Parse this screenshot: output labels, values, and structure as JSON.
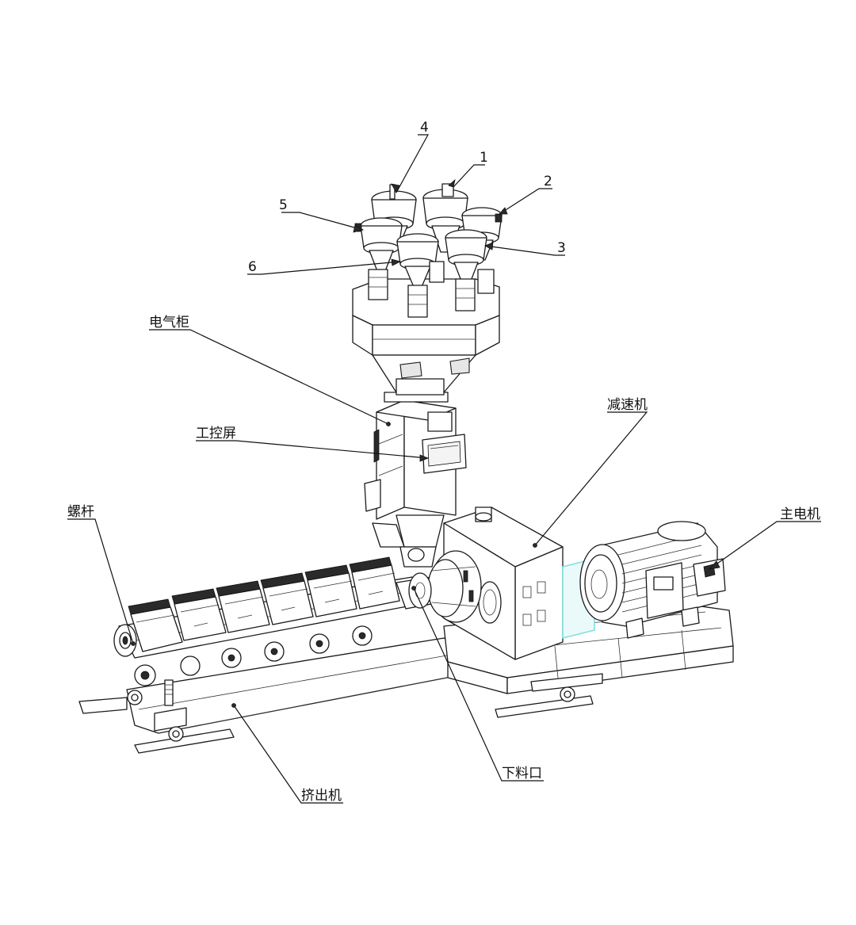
{
  "labels": {
    "n1": "1",
    "n2": "2",
    "n3": "3",
    "n4": "4",
    "n5": "5",
    "n6": "6",
    "cabinet": "电气柜",
    "screen": "工控屏",
    "reducer": "减速机",
    "main_motor": "主电机",
    "screw": "螺杆",
    "feed_port": "下料口",
    "extruder": "挤出机"
  },
  "colors": {
    "line": "#1a1a1a",
    "highlight": "#7fe0e0"
  }
}
